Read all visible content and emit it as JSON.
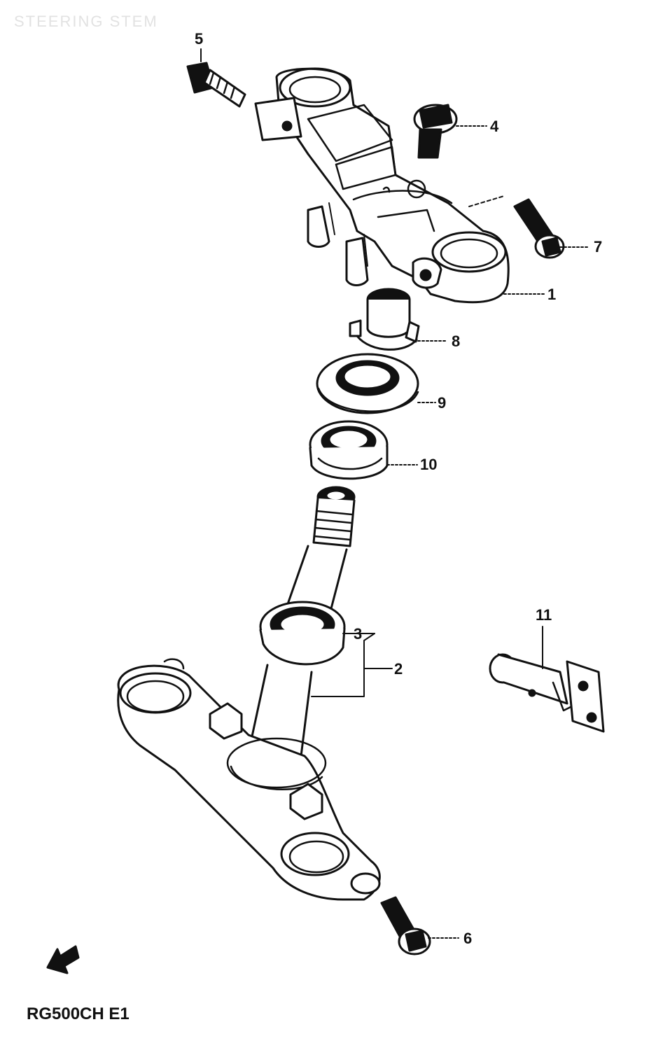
{
  "diagram": {
    "title": "STEERING STEM",
    "model_code": "RG500CH E1",
    "callouts": [
      {
        "id": "1",
        "label": "1"
      },
      {
        "id": "2",
        "label": "2"
      },
      {
        "id": "3",
        "label": "3"
      },
      {
        "id": "4",
        "label": "4"
      },
      {
        "id": "5",
        "label": "5"
      },
      {
        "id": "6",
        "label": "6"
      },
      {
        "id": "7",
        "label": "7"
      },
      {
        "id": "8",
        "label": "8"
      },
      {
        "id": "9",
        "label": "9"
      },
      {
        "id": "10",
        "label": "10"
      },
      {
        "id": "11",
        "label": "11"
      }
    ],
    "ink_color": "#111111"
  }
}
